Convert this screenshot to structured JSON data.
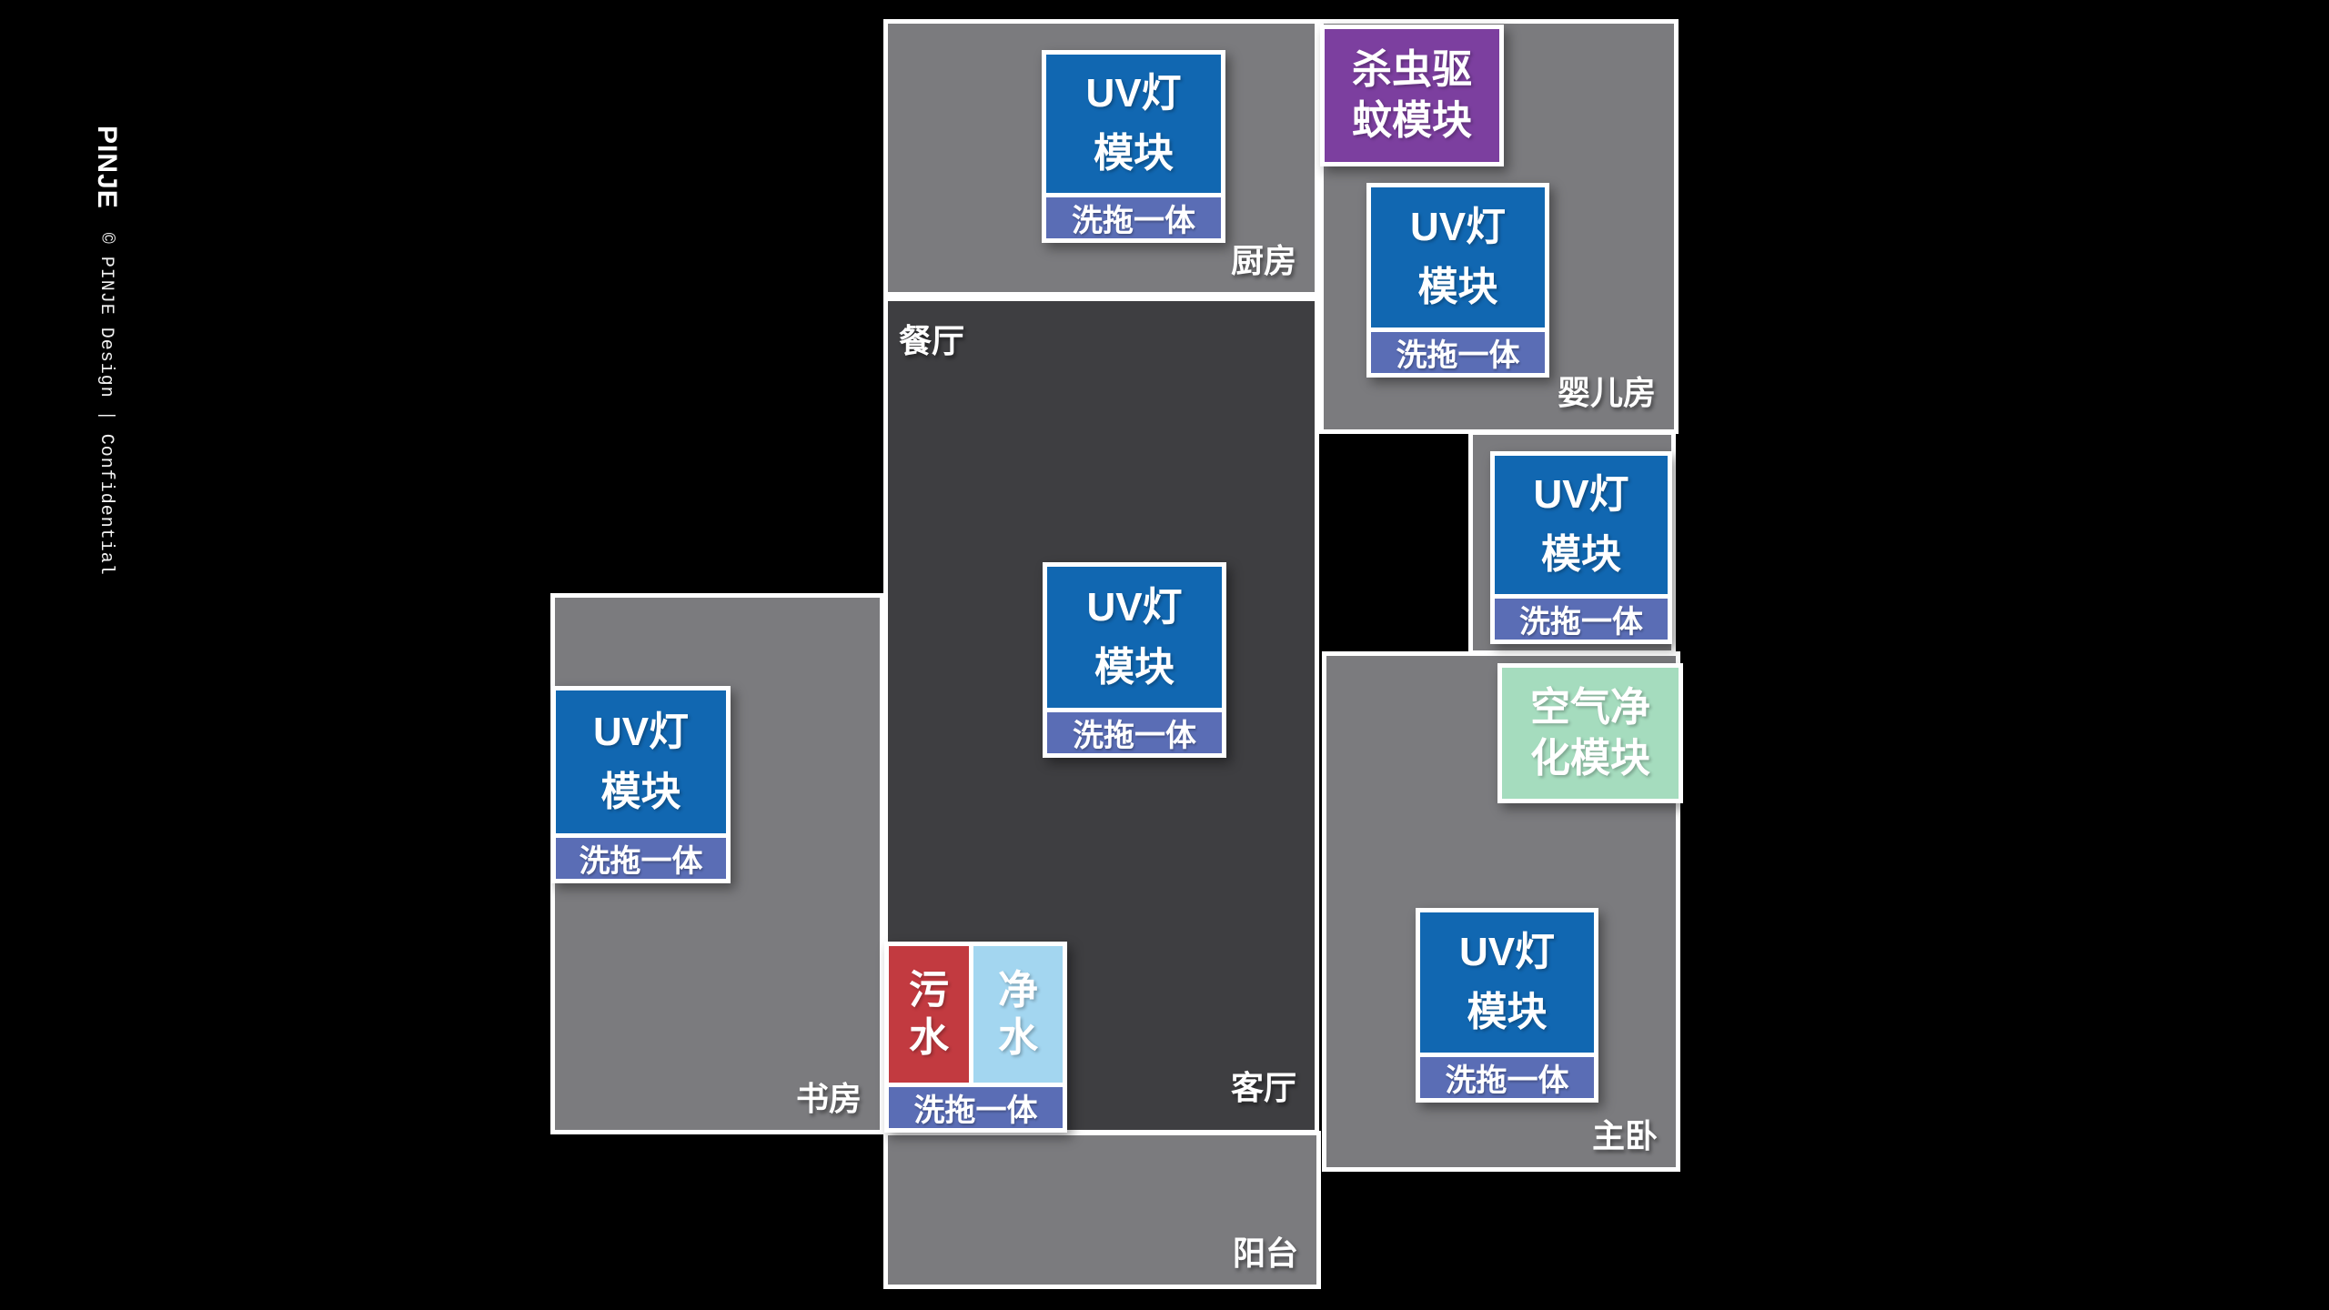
{
  "watermark": {
    "logo": "PINJE",
    "credit": "© PINJE Design | Confidential"
  },
  "rooms": {
    "kitchen": {
      "label": "厨房"
    },
    "nursery": {
      "label": "婴儿房"
    },
    "dining": {
      "label": "餐厅"
    },
    "living": {
      "label": "客厅"
    },
    "study": {
      "label": "书房"
    },
    "master": {
      "label": "主卧"
    },
    "balcony": {
      "label": "阳台"
    }
  },
  "badges": {
    "uv": {
      "line1": "UV灯",
      "line2": "模块",
      "strip": "洗拖一体"
    },
    "pest": {
      "line1": "杀虫驱",
      "line2": "蚊模块"
    },
    "air": {
      "line1": "空气净",
      "line2": "化模块"
    },
    "water": {
      "sewage_line1": "污",
      "sewage_line2": "水",
      "clean_line1": "净",
      "clean_line2": "水",
      "strip": "洗拖一体"
    }
  },
  "colors": {
    "background": "#000000",
    "room_gray": "#7b7b7e",
    "room_dark": "#3e3e41",
    "border_white": "#ffffff",
    "uv_blue": "#1167b1",
    "strip_slate_blue": "#5a6db5",
    "pest_purple": "#7c3f9f",
    "air_green": "#a5dcbe",
    "sewage_red": "#c23a40",
    "clean_water_blue": "#a3d6f0"
  }
}
